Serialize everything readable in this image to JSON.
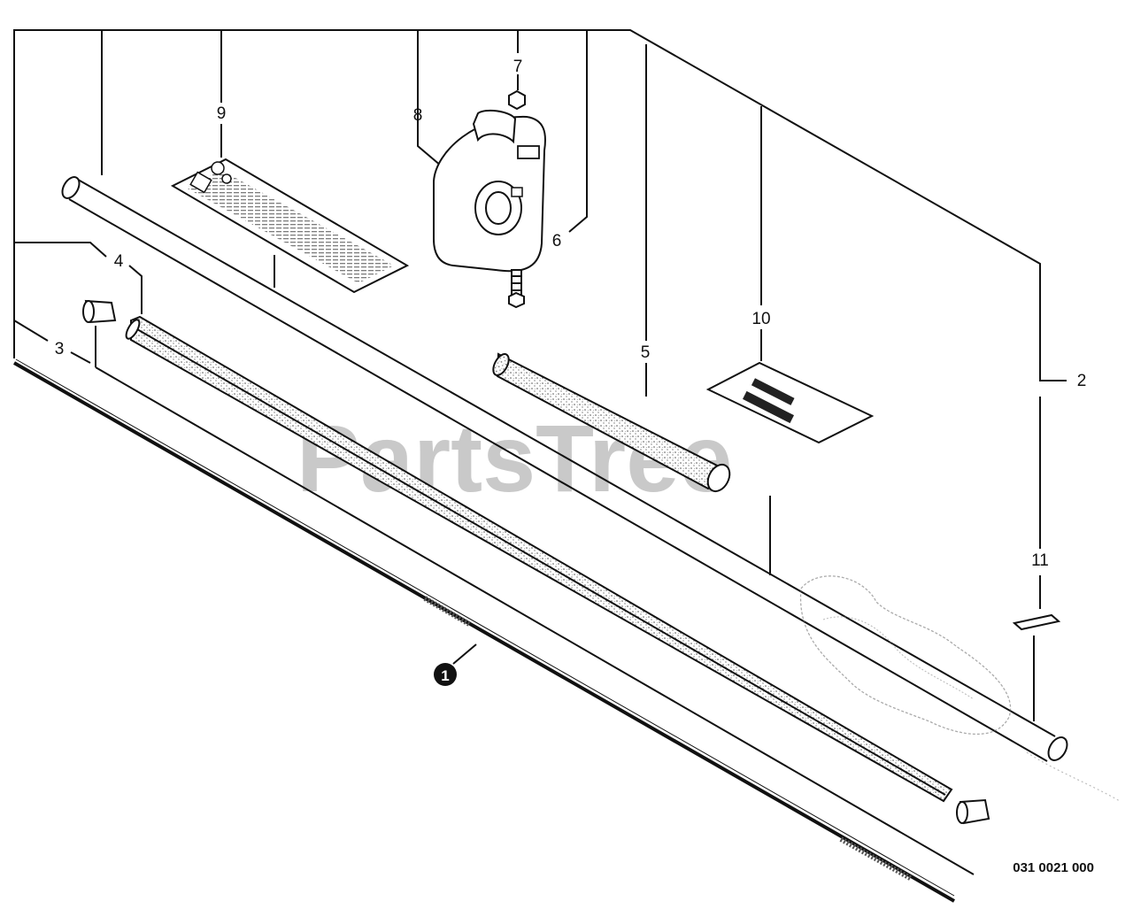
{
  "diagram": {
    "watermark": "PartsTree",
    "drawing_code": "031 0021 000",
    "callouts": {
      "c1": "1",
      "c2": "2",
      "c3": "3",
      "c4": "4",
      "c5": "5",
      "c6": "6",
      "c7": "7",
      "c8": "8",
      "c9": "9",
      "c10": "10",
      "c11": "11"
    }
  }
}
